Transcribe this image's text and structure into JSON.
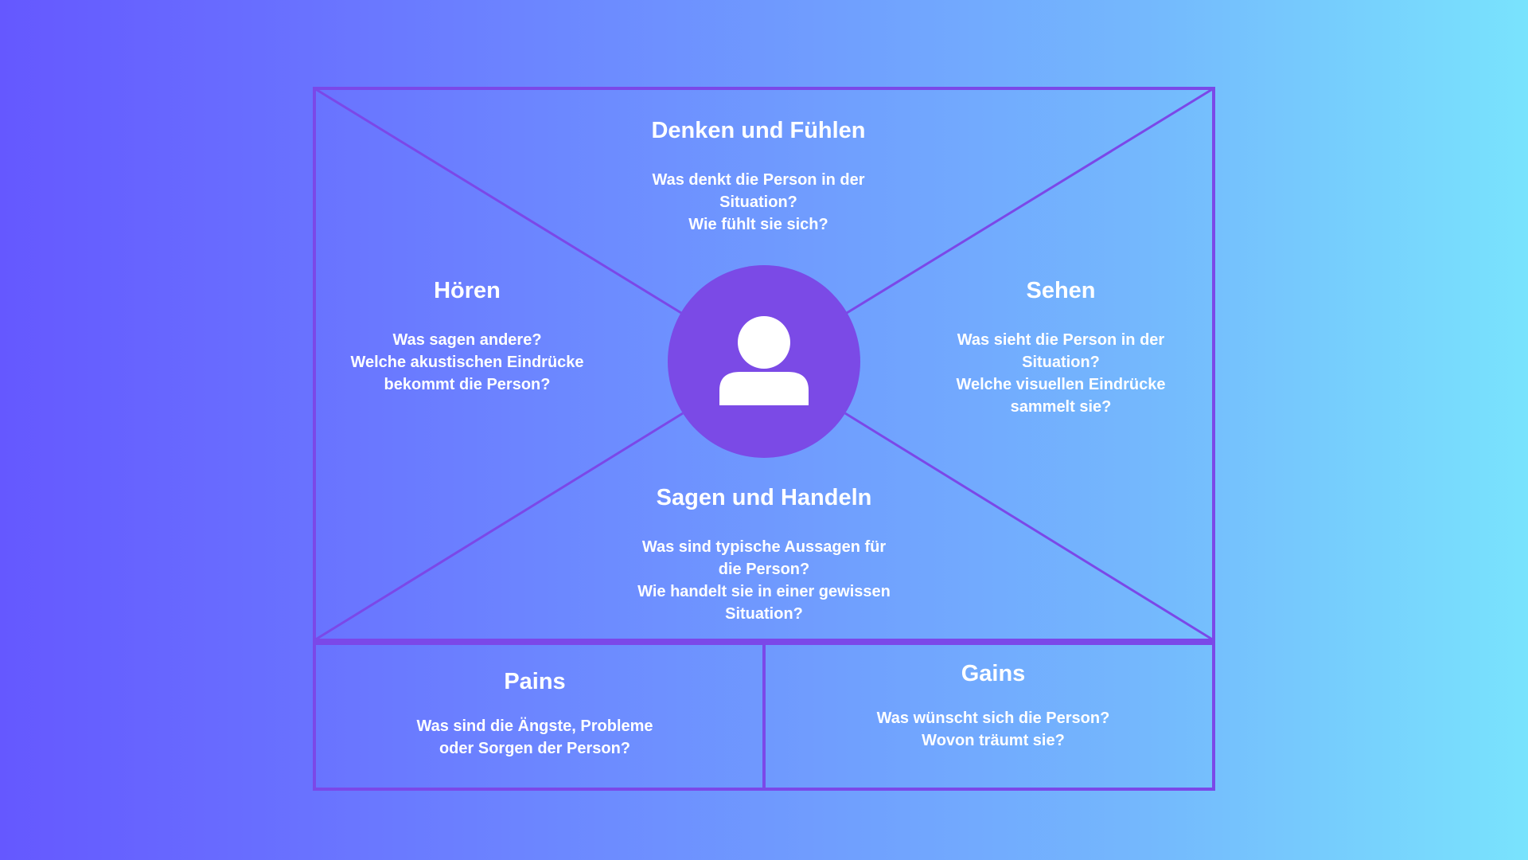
{
  "colors": {
    "frame": "#7b48e8",
    "avatar_circle": "#7b4ae6",
    "text": "#ffffff",
    "gradient_start": "#6558ff",
    "gradient_end": "#79e3fd"
  },
  "center_icon": "person-icon",
  "sections": {
    "think": {
      "title": "Denken und Fühlen",
      "lines": [
        "Was denkt die Person in der",
        "Situation?",
        "Wie fühlt sie sich?"
      ]
    },
    "hear": {
      "title": "Hören",
      "lines": [
        "Was sagen andere?",
        "Welche akustischen Eindrücke",
        "bekommt die Person?"
      ]
    },
    "see": {
      "title": "Sehen",
      "lines": [
        "Was sieht die Person in der",
        "Situation?",
        "Welche visuellen Eindrücke",
        "sammelt sie?"
      ]
    },
    "say": {
      "title": "Sagen und Handeln",
      "lines": [
        "Was sind typische Aussagen für",
        "die Person?",
        "Wie handelt sie in einer gewissen",
        "Situation?"
      ]
    },
    "pains": {
      "title": "Pains",
      "lines": [
        "Was sind die Ängste, Probleme",
        "oder Sorgen der Person?"
      ]
    },
    "gains": {
      "title": "Gains",
      "lines": [
        "Was wünscht sich die Person?",
        "Wovon träumt sie?"
      ]
    }
  }
}
